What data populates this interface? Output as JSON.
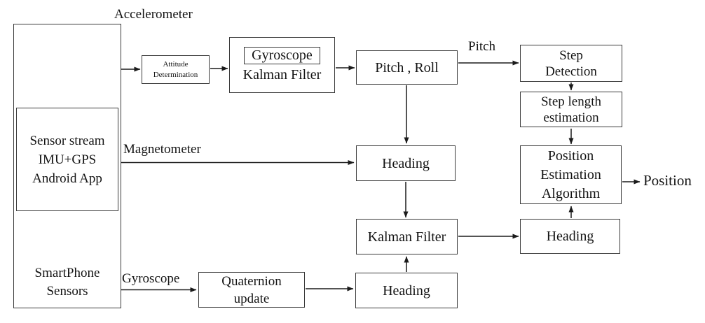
{
  "diagram_title": "Smartphone sensor fusion position estimation flowchart",
  "colors": {
    "background": "#ffffff",
    "box_border": "#3a3a3a",
    "line": "#1b1b1b",
    "text": "#141414"
  },
  "nodes": {
    "smartphone_container": {
      "lines": [
        "SmartPhone",
        "Sensors"
      ]
    },
    "sensor_stream": {
      "lines": [
        "Sensor stream",
        "IMU+GPS",
        "Android App"
      ]
    },
    "attitude": {
      "lines": [
        "Attitude",
        "Determination"
      ]
    },
    "gyro_kf": {
      "inner_label": "Gyroscope",
      "label": "Kalman Filter"
    },
    "pitch_roll": {
      "label": "Pitch , Roll"
    },
    "step_detection": {
      "lines": [
        "Step",
        "Detection"
      ]
    },
    "step_length": {
      "lines": [
        "Step length",
        "estimation"
      ]
    },
    "position_estimation": {
      "lines": [
        "Position",
        "Estimation",
        "Algorithm"
      ]
    },
    "heading_mid": {
      "label": "Heading"
    },
    "kalman_filter": {
      "label": "Kalman Filter"
    },
    "heading_bottom": {
      "label": "Heading"
    },
    "heading_right": {
      "label": "Heading"
    },
    "quaternion": {
      "lines": [
        "Quaternion",
        "update"
      ]
    }
  },
  "edge_labels": {
    "accelerometer": "Accelerometer",
    "magnetometer": "Magnetometer",
    "gyroscope": "Gyroscope",
    "pitch": "Pitch",
    "position": "Position"
  }
}
